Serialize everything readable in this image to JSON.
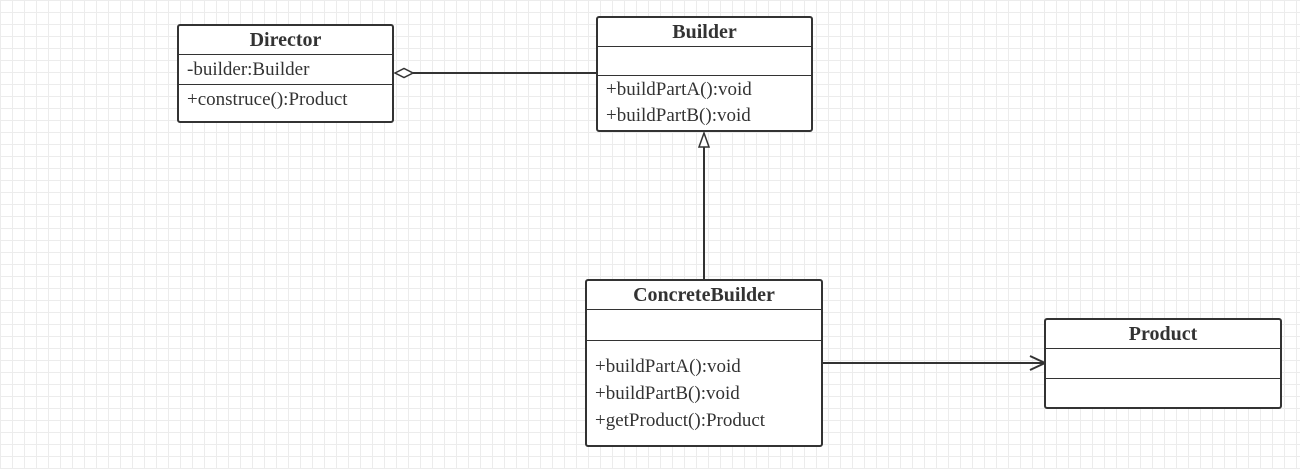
{
  "classes": {
    "director": {
      "name": "Director",
      "attributes": [
        "-builder:Builder"
      ],
      "methods": [
        "+construce():Product"
      ]
    },
    "builder": {
      "name": "Builder",
      "attributes": [],
      "methods": [
        "+buildPartA():void",
        "+buildPartB():void"
      ]
    },
    "concrete_builder": {
      "name": "ConcreteBuilder",
      "attributes": [],
      "methods": [
        "+buildPartA():void",
        "+buildPartB():void",
        "+getProduct():Product"
      ]
    },
    "product": {
      "name": "Product",
      "attributes": [],
      "methods": []
    }
  },
  "colors": {
    "stroke": "#333333",
    "grid": "#ececec",
    "background": "#ffffff"
  }
}
